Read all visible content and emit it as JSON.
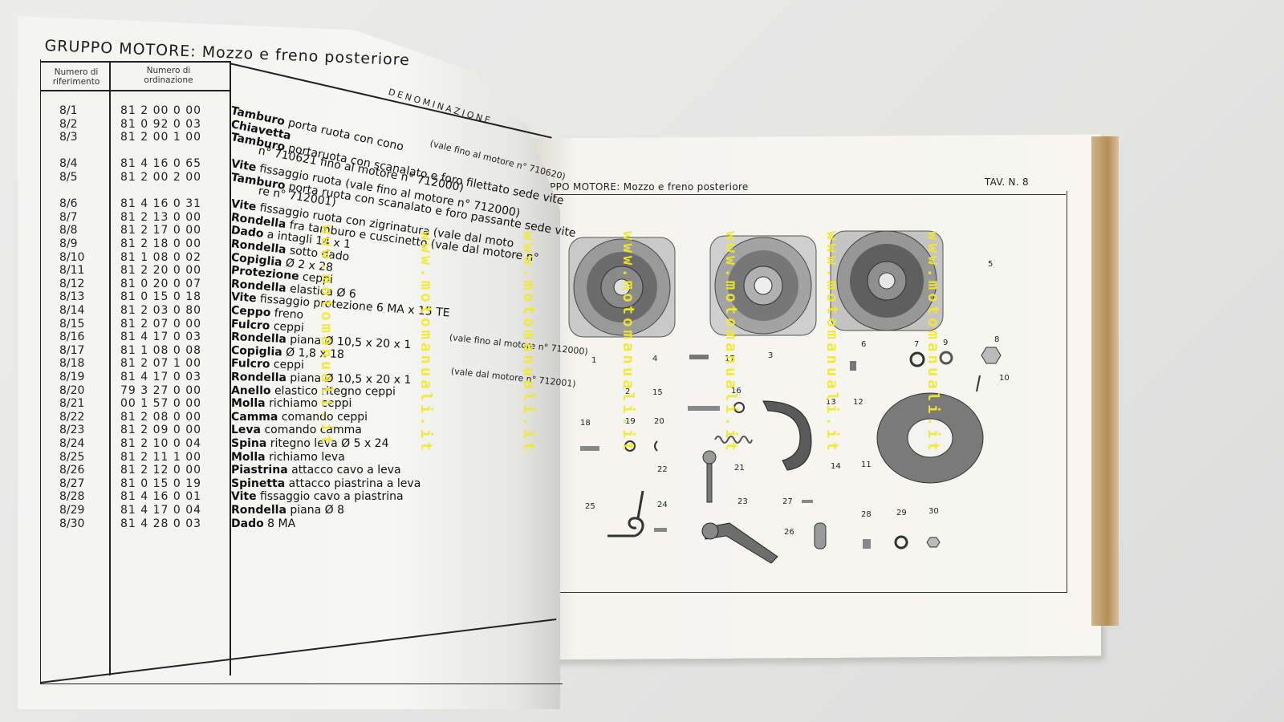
{
  "left_page": {
    "title": "GRUPPO MOTORE: Mozzo e freno posteriore",
    "col_ref_header": "Numero di riferimento",
    "col_code_header": "Numero di ordinazione",
    "col_desc_header": "DENOMINAZIONE",
    "rows": [
      {
        "ref": "8/1",
        "code": "81 2 00 0 00",
        "desc_bold": "Tamburo",
        "desc": "porta ruota con cono"
      },
      {
        "ref": "8/2",
        "code": "81 0 92 0 03",
        "desc_bold": "Chiavetta",
        "desc": ""
      },
      {
        "ref": "8/3",
        "code": "81 2 00 1 00",
        "desc_bold": "Tamburo",
        "desc": "portaruota con scanalato e foro filettato sede vite"
      },
      {
        "ref": "",
        "code": "",
        "desc_bold": "",
        "desc": "n° 710621 fino al motore n° 712000)"
      },
      {
        "ref": "8/4",
        "code": "81 4 16 0 65",
        "desc_bold": "Vite",
        "desc": "fissaggio ruota (vale fino al motore n° 712000)"
      },
      {
        "ref": "8/5",
        "code": "81 2 00 2 00",
        "desc_bold": "Tamburo",
        "desc": "porta ruota con scanalato e foro passante sede vite"
      },
      {
        "ref": "",
        "code": "",
        "desc_bold": "",
        "desc": "re n° 712001)"
      },
      {
        "ref": "8/6",
        "code": "81 4 16 0 31",
        "desc_bold": "Vite",
        "desc": "fissaggio ruota con zigrinatura (vale dal moto"
      },
      {
        "ref": "8/7",
        "code": "81 2 13 0 00",
        "desc_bold": "Rondella",
        "desc": "fra tamburo e cuscinetto (vale dal motore n°"
      },
      {
        "ref": "8/8",
        "code": "81 2 17 0 00",
        "desc_bold": "Dado",
        "desc": "a intagli 14 x 1"
      },
      {
        "ref": "8/9",
        "code": "81 2 18 0 00",
        "desc_bold": "Rondella",
        "desc": "sotto dado"
      },
      {
        "ref": "8/10",
        "code": "81 1 08 0 02",
        "desc_bold": "Copiglia",
        "desc": "Ø 2 x 28"
      },
      {
        "ref": "8/11",
        "code": "81 2 20 0 00",
        "desc_bold": "Protezione",
        "desc": "ceppi"
      },
      {
        "ref": "8/12",
        "code": "81 0 20 0 07",
        "desc_bold": "Rondella",
        "desc": "elastica Ø 6"
      },
      {
        "ref": "8/13",
        "code": "81 0 15 0 18",
        "desc_bold": "Vite",
        "desc": "fissaggio protezione 6 MA x 15 TE"
      },
      {
        "ref": "8/14",
        "code": "81 2 03 0 80",
        "desc_bold": "Ceppo",
        "desc": "freno"
      },
      {
        "ref": "8/15",
        "code": "81 2 07 0 00",
        "desc_bold": "Fulcro",
        "desc": "ceppi"
      },
      {
        "ref": "8/16",
        "code": "81 4 17 0 03",
        "desc_bold": "Rondella",
        "desc": "piana Ø 10,5 x 20 x 1"
      },
      {
        "ref": "8/17",
        "code": "81 1 08 0 08",
        "desc_bold": "Copiglia",
        "desc": "Ø 1,8 x 18"
      },
      {
        "ref": "8/18",
        "code": "81 2 07 1 00",
        "desc_bold": "Fulcro",
        "desc": "ceppi"
      },
      {
        "ref": "8/19",
        "code": "81 4 17 0 03",
        "desc_bold": "Rondella",
        "desc": "piana Ø 10,5 x 20 x 1"
      },
      {
        "ref": "8/20",
        "code": "79 3 27 0 00",
        "desc_bold": "Anello",
        "desc": "elastico ritegno ceppi"
      },
      {
        "ref": "8/21",
        "code": "00 1 57 0 00",
        "desc_bold": "Molla",
        "desc": "richiamo ceppi"
      },
      {
        "ref": "8/22",
        "code": "81 2 08 0 00",
        "desc_bold": "Camma",
        "desc": "comando ceppi"
      },
      {
        "ref": "8/23",
        "code": "81 2 09 0 00",
        "desc_bold": "Leva",
        "desc": "comando camma"
      },
      {
        "ref": "8/24",
        "code": "81 2 10 0 04",
        "desc_bold": "Spina",
        "desc": "ritegno leva Ø 5 x 24"
      },
      {
        "ref": "8/25",
        "code": "81 2 11 1 00",
        "desc_bold": "Molla",
        "desc": "richiamo leva"
      },
      {
        "ref": "8/26",
        "code": "81 2 12 0 00",
        "desc_bold": "Piastrina",
        "desc": "attacco cavo a leva"
      },
      {
        "ref": "8/27",
        "code": "81 0 15 0 19",
        "desc_bold": "Spinetta",
        "desc": "attacco piastrina a leva"
      },
      {
        "ref": "8/28",
        "code": "81 4 16 0 01",
        "desc_bold": "Vite",
        "desc": "fissaggio cavo a piastrina"
      },
      {
        "ref": "8/29",
        "code": "81 4 17 0 04",
        "desc_bold": "Rondella",
        "desc": "piana Ø 8"
      },
      {
        "ref": "8/30",
        "code": "81 4 28 0 03",
        "desc_bold": "Dado",
        "desc": "8 MA"
      }
    ],
    "notes": {
      "n1": "(vale fino al motore n° 710620)",
      "n2": "(vale fino al motore n° 712000)",
      "n3": "(vale dal motore n° 712001)"
    }
  },
  "right_page": {
    "title": "UPPO MOTORE: Mozzo e freno posteriore",
    "tav": "TAV. N. 8",
    "part_labels": [
      "1",
      "2",
      "3",
      "4",
      "5",
      "6",
      "7",
      "8",
      "9",
      "10",
      "11",
      "12",
      "13",
      "14",
      "15",
      "16",
      "17",
      "18",
      "19",
      "20",
      "21",
      "22",
      "23",
      "24",
      "25",
      "26",
      "27",
      "28",
      "29",
      "30"
    ]
  },
  "watermark": "www.motomanuali.it",
  "colors": {
    "paper": "#f6f6f4",
    "watermark": "#f2ea2a",
    "ink": "#222222"
  }
}
